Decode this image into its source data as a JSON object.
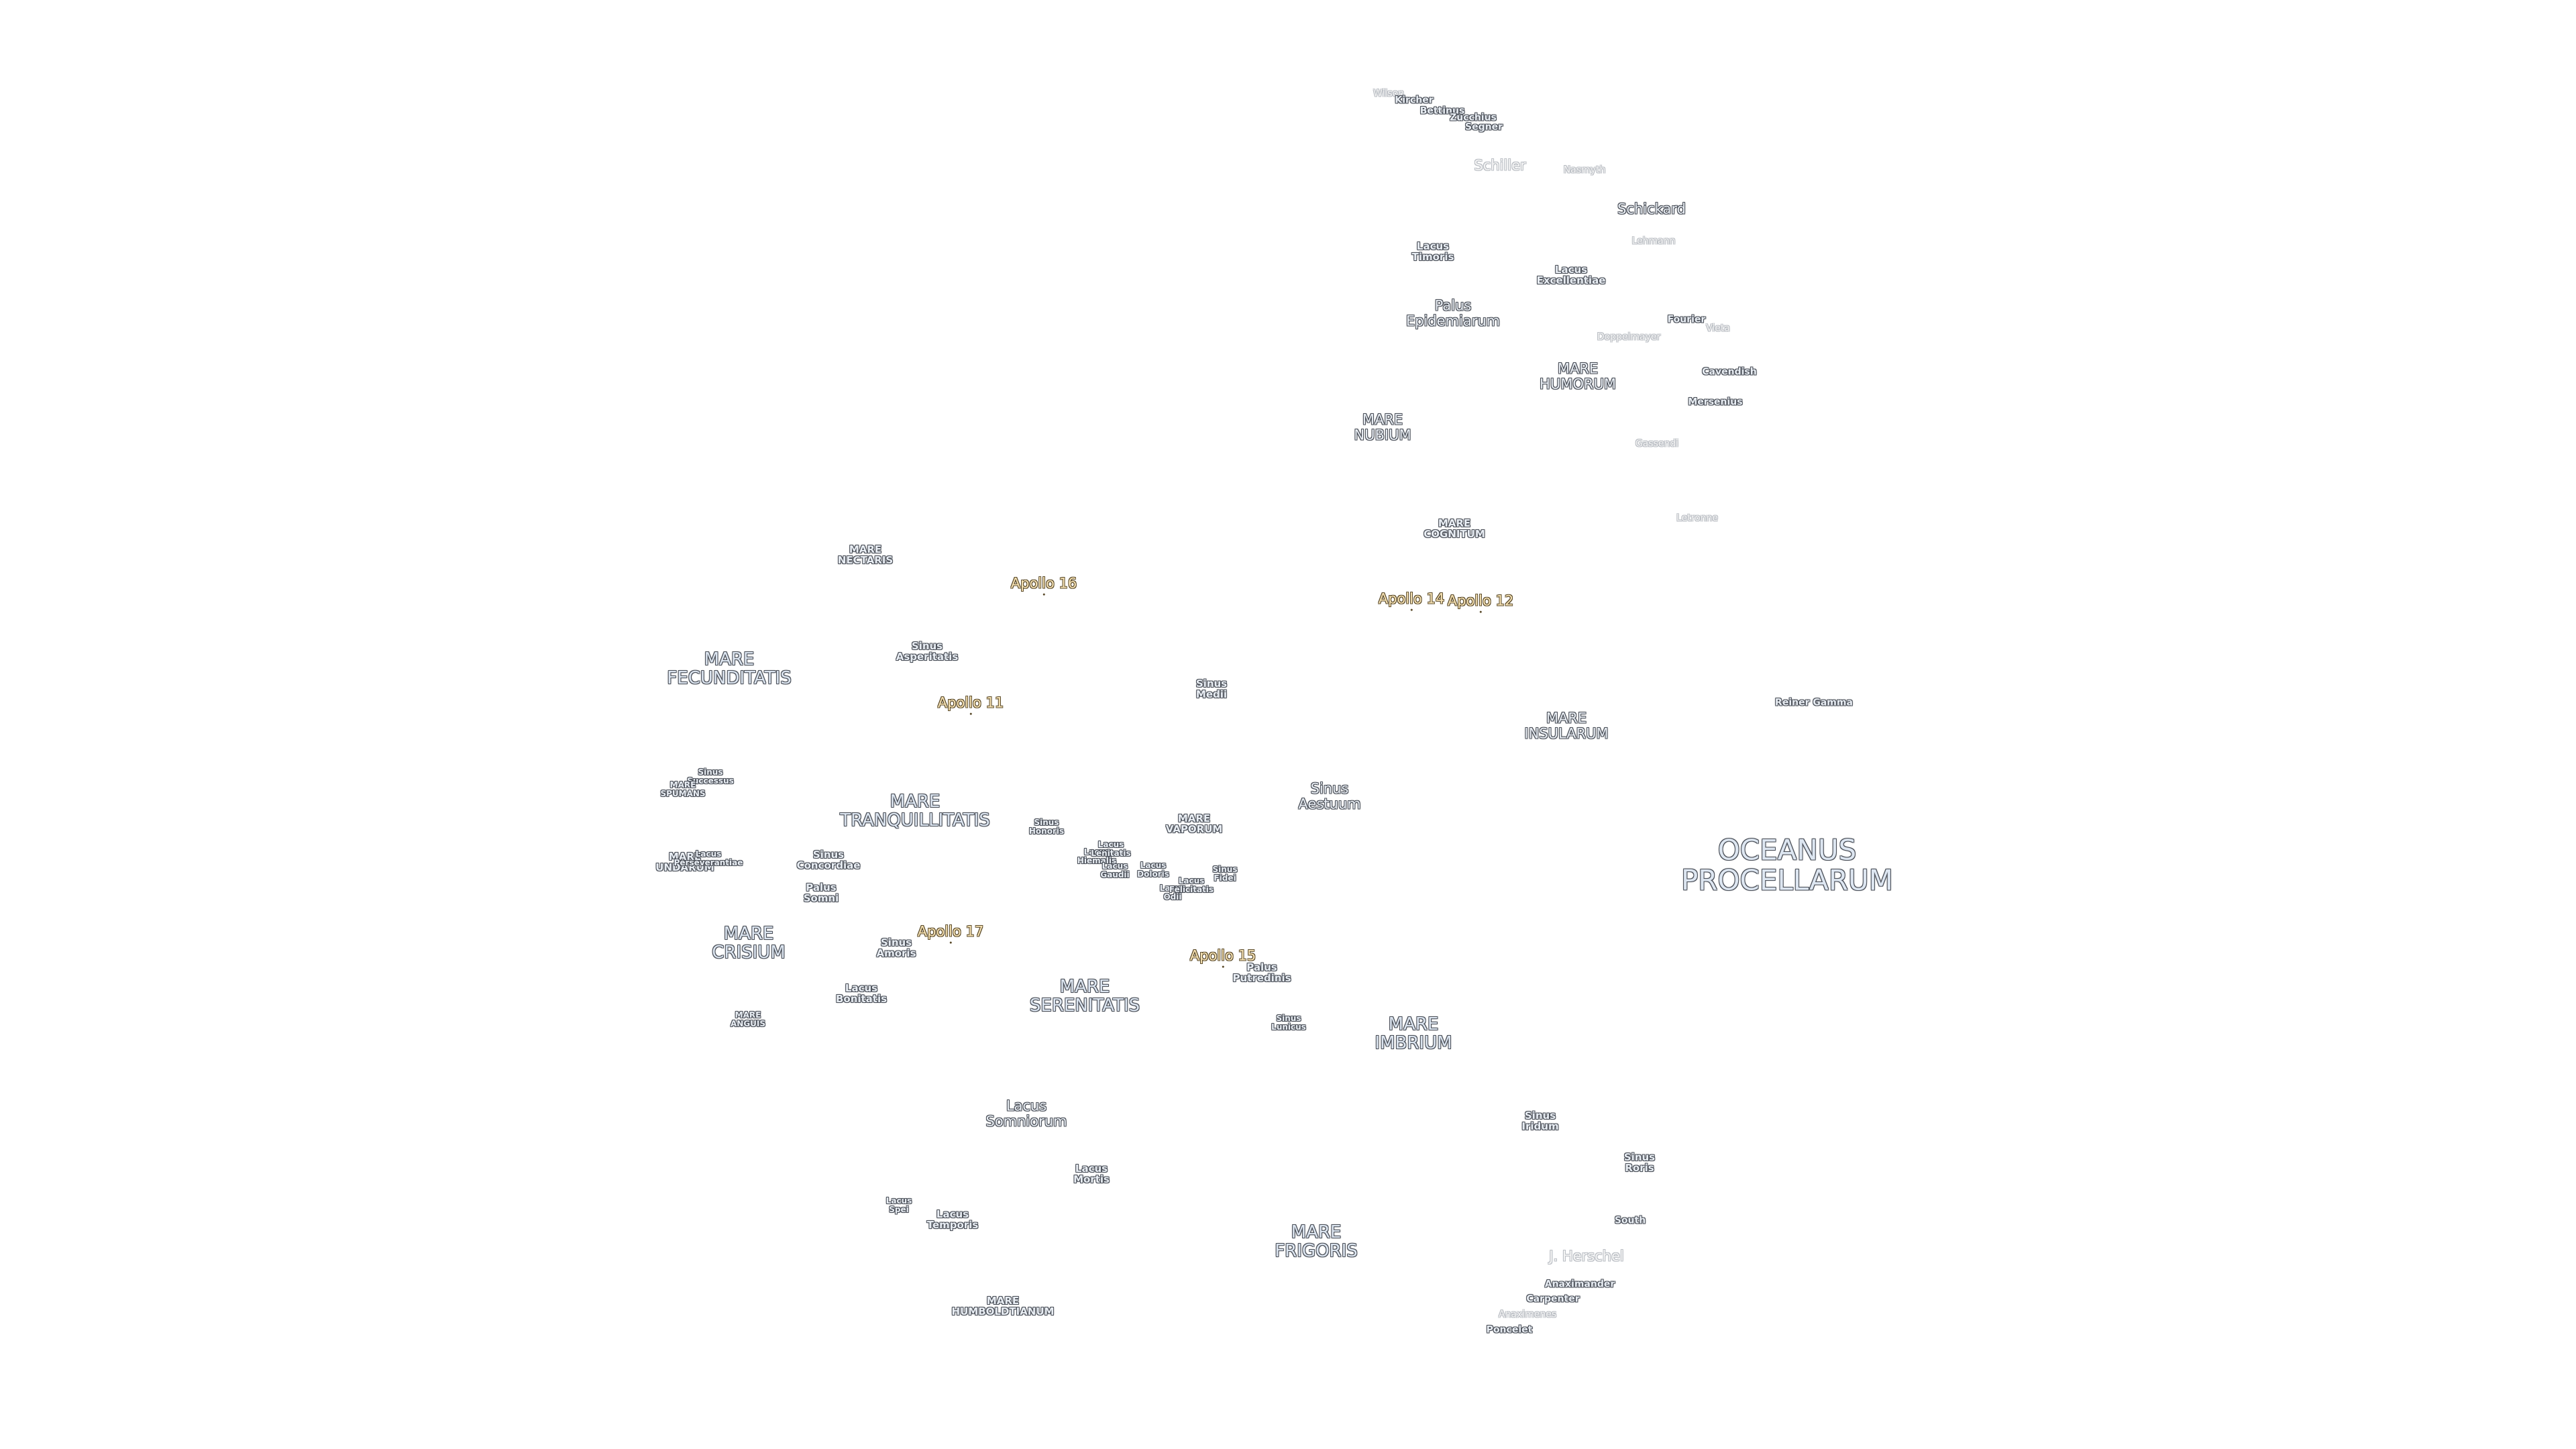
{
  "labels": [
    {
      "id": "wilson",
      "text": [
        "Wilson"
      ],
      "style": "crater faint",
      "color": "#f4f4f4"
    },
    {
      "id": "kircher",
      "text": [
        "Kircher"
      ],
      "style": "crater"
    },
    {
      "id": "bettinus",
      "text": [
        "Bettinus"
      ],
      "style": "crater"
    },
    {
      "id": "zucchius",
      "text": [
        "Zucchius"
      ],
      "style": "crater"
    },
    {
      "id": "segner",
      "text": [
        "Segner"
      ],
      "style": "crater"
    },
    {
      "id": "schiller",
      "text": [
        "Schiller"
      ],
      "style": "mid faint"
    },
    {
      "id": "nasmyth",
      "text": [
        "Nasmyth"
      ],
      "style": "crater faint"
    },
    {
      "id": "schickard",
      "text": [
        "Schickard"
      ],
      "style": "mid"
    },
    {
      "id": "lehmann",
      "text": [
        "Lehmann"
      ],
      "style": "crater faint"
    },
    {
      "id": "lacus-timoris",
      "text": [
        "Lacus",
        "Timoris"
      ],
      "style": "small"
    },
    {
      "id": "lacus-excellentiae",
      "text": [
        "Lacus",
        "Excellentiae"
      ],
      "style": "small"
    },
    {
      "id": "palus-epidemiarum",
      "text": [
        "Palus",
        "Epidemiarum"
      ],
      "style": "mid"
    },
    {
      "id": "fourier",
      "text": [
        "Fourier"
      ],
      "style": "crater"
    },
    {
      "id": "vieta",
      "text": [
        "Vieta"
      ],
      "style": "crater faint"
    },
    {
      "id": "doppelmayer",
      "text": [
        "Doppelmayer"
      ],
      "style": "crater faint"
    },
    {
      "id": "mare-humorum",
      "text": [
        "MARE",
        "HUMORUM"
      ],
      "style": "mid"
    },
    {
      "id": "cavendish",
      "text": [
        "Cavendish"
      ],
      "style": "crater"
    },
    {
      "id": "mersenius",
      "text": [
        "Mersenius"
      ],
      "style": "crater"
    },
    {
      "id": "mare-nubium",
      "text": [
        "MARE",
        "NUBIUM"
      ],
      "style": "mid"
    },
    {
      "id": "gassendi",
      "text": [
        "Gassendi"
      ],
      "style": "crater faint"
    },
    {
      "id": "mare-cognitum",
      "text": [
        "MARE",
        "COGNITUM"
      ],
      "style": "small"
    },
    {
      "id": "letronne",
      "text": [
        "Letronne"
      ],
      "style": "crater faint"
    },
    {
      "id": "mare-nectaris",
      "text": [
        "MARE",
        "NECTARIS"
      ],
      "style": "small"
    },
    {
      "id": "apollo-16",
      "text": [
        "Apollo 16"
      ],
      "style": "apollo"
    },
    {
      "id": "apollo-14",
      "text": [
        "Apollo 14"
      ],
      "style": "apollo"
    },
    {
      "id": "apollo-12",
      "text": [
        "Apollo 12"
      ],
      "style": "apollo"
    },
    {
      "id": "mare-fecunditatis",
      "text": [
        "MARE",
        "FECUNDITATIS"
      ],
      "style": "mare"
    },
    {
      "id": "sinus-asperitatis",
      "text": [
        "Sinus",
        "Asperitatis"
      ],
      "style": "small"
    },
    {
      "id": "sinus-medii",
      "text": [
        "Sinus",
        "Medii"
      ],
      "style": "small"
    },
    {
      "id": "apollo-11",
      "text": [
        "Apollo 11"
      ],
      "style": "apollo"
    },
    {
      "id": "mare-insularum",
      "text": [
        "MARE",
        "INSULARUM"
      ],
      "style": "mid"
    },
    {
      "id": "reiner-gamma",
      "text": [
        "Reiner Gamma"
      ],
      "style": "crater"
    },
    {
      "id": "sinus-successus",
      "text": [
        "Sinus",
        "Successus"
      ],
      "style": "tiny"
    },
    {
      "id": "mare-spumans",
      "text": [
        "MARE",
        "SPUMANS"
      ],
      "style": "tiny"
    },
    {
      "id": "mare-tranquillitatis",
      "text": [
        "MARE",
        "TRANQUILLITATIS"
      ],
      "style": "mare"
    },
    {
      "id": "sinus-aestuum",
      "text": [
        "Sinus",
        "Aestuum"
      ],
      "style": "mid"
    },
    {
      "id": "mare-vaporum",
      "text": [
        "MARE",
        "VAPORUM"
      ],
      "style": "small"
    },
    {
      "id": "sinus-honoris",
      "text": [
        "Sinus",
        "Honoris"
      ],
      "style": "tiny"
    },
    {
      "id": "lacus-hiemalis",
      "text": [
        "Lacus",
        "Hiemalis"
      ],
      "style": "tiny"
    },
    {
      "id": "lacus-lenitatis",
      "text": [
        "Lacus",
        "Lenitatis"
      ],
      "style": "tiny"
    },
    {
      "id": "lacus-gaudii",
      "text": [
        "Lacus",
        "Gaudii"
      ],
      "style": "tiny"
    },
    {
      "id": "lacus-doloris",
      "text": [
        "Lacus",
        "Doloris"
      ],
      "style": "tiny"
    },
    {
      "id": "sinus-fidei",
      "text": [
        "Sinus",
        "Fidei"
      ],
      "style": "tiny"
    },
    {
      "id": "lacus-odii",
      "text": [
        "Lacus",
        "Odii"
      ],
      "style": "tiny"
    },
    {
      "id": "lacus-felicitatis",
      "text": [
        "Lacus",
        "Felicitatis"
      ],
      "style": "tiny"
    },
    {
      "id": "oceanus-procellarum",
      "text": [
        "OCEANUS",
        "PROCELLARUM"
      ],
      "style": "oceanus"
    },
    {
      "id": "sinus-concordiae",
      "text": [
        "Sinus",
        "Concordiae"
      ],
      "style": "small"
    },
    {
      "id": "mare-undarum",
      "text": [
        "MARE",
        "UNDARUM"
      ],
      "style": "small"
    },
    {
      "id": "lacus-perseverantiae",
      "text": [
        "Lacus",
        "Perseverantiae"
      ],
      "style": "tiny"
    },
    {
      "id": "palus-somni",
      "text": [
        "Palus",
        "Somni"
      ],
      "style": "small"
    },
    {
      "id": "mare-crisium",
      "text": [
        "MARE",
        "CRISIUM"
      ],
      "style": "mare"
    },
    {
      "id": "apollo-17",
      "text": [
        "Apollo 17"
      ],
      "style": "apollo"
    },
    {
      "id": "sinus-amoris",
      "text": [
        "Sinus",
        "Amoris"
      ],
      "style": "small"
    },
    {
      "id": "apollo-15",
      "text": [
        "Apollo 15"
      ],
      "style": "apollo"
    },
    {
      "id": "palus-putredinis",
      "text": [
        "Palus",
        "Putredinis"
      ],
      "style": "small"
    },
    {
      "id": "lacus-bonitatis",
      "text": [
        "Lacus",
        "Bonitatis"
      ],
      "style": "small"
    },
    {
      "id": "mare-serenitatis",
      "text": [
        "MARE",
        "SERENITATIS"
      ],
      "style": "mare"
    },
    {
      "id": "mare-anguis",
      "text": [
        "MARE",
        "ANGUIS"
      ],
      "style": "tiny"
    },
    {
      "id": "sinus-lunicus",
      "text": [
        "Sinus",
        "Lunicus"
      ],
      "style": "tiny"
    },
    {
      "id": "mare-imbrium",
      "text": [
        "MARE",
        "IMBRIUM"
      ],
      "style": "mare"
    },
    {
      "id": "lacus-somniorum",
      "text": [
        "Lacus",
        "Somniorum"
      ],
      "style": "mid"
    },
    {
      "id": "sinus-iridum",
      "text": [
        "Sinus",
        "Iridum"
      ],
      "style": "small"
    },
    {
      "id": "sinus-roris",
      "text": [
        "Sinus",
        "Roris"
      ],
      "style": "small"
    },
    {
      "id": "lacus-mortis",
      "text": [
        "Lacus",
        "Mortis"
      ],
      "style": "small"
    },
    {
      "id": "lacus-spei",
      "text": [
        "Lacus",
        "Spei"
      ],
      "style": "tiny"
    },
    {
      "id": "lacus-temporis",
      "text": [
        "Lacus",
        "Temporis"
      ],
      "style": "small"
    },
    {
      "id": "south",
      "text": [
        "South"
      ],
      "style": "crater"
    },
    {
      "id": "mare-frigoris",
      "text": [
        "MARE",
        "FRIGORIS"
      ],
      "style": "mare"
    },
    {
      "id": "j-herschel",
      "text": [
        "J. Herschel"
      ],
      "style": "mid faint"
    },
    {
      "id": "anaximander",
      "text": [
        "Anaximander"
      ],
      "style": "crater"
    },
    {
      "id": "carpenter",
      "text": [
        "Carpenter"
      ],
      "style": "crater"
    },
    {
      "id": "mare-humboldtianum",
      "text": [
        "MARE",
        "HUMBOLDTIANUM"
      ],
      "style": "small"
    },
    {
      "id": "anaximenes",
      "text": [
        "Anaximenes"
      ],
      "style": "crater faint"
    },
    {
      "id": "poncelet",
      "text": [
        "Poncelet"
      ],
      "style": "crater"
    }
  ]
}
